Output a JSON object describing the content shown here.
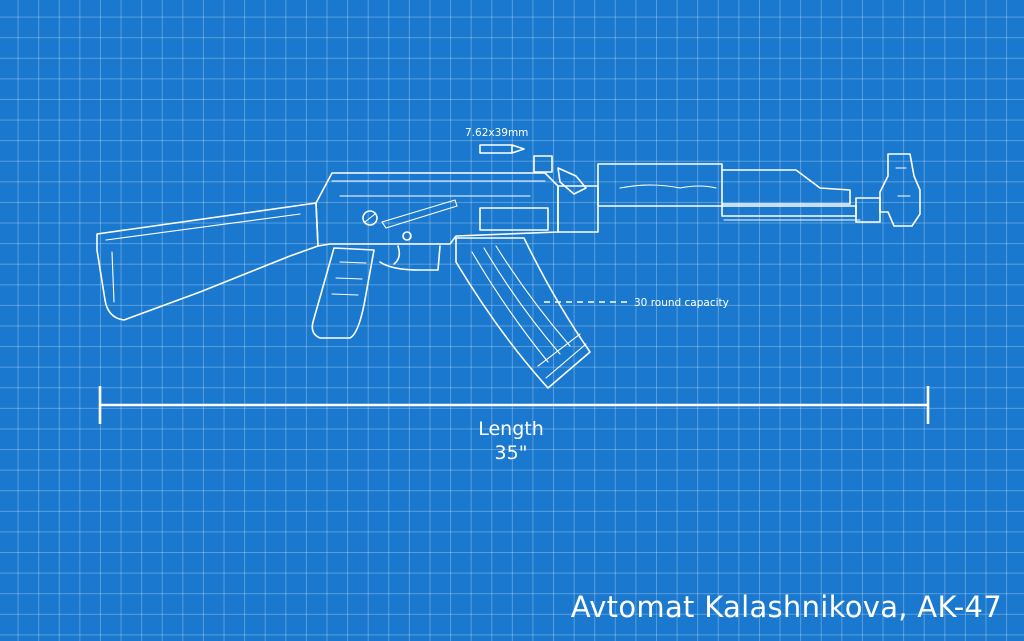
{
  "blueprint": {
    "caliber": "7.62x39mm",
    "capacity": "30 round capacity",
    "length_label": "Length",
    "length_value": "35\"",
    "title": "Avtomat Kalashnikova, AK-47"
  },
  "colors": {
    "background": "#1a79cf",
    "grid_line": "#ffffff",
    "ink": "#ffffff"
  }
}
